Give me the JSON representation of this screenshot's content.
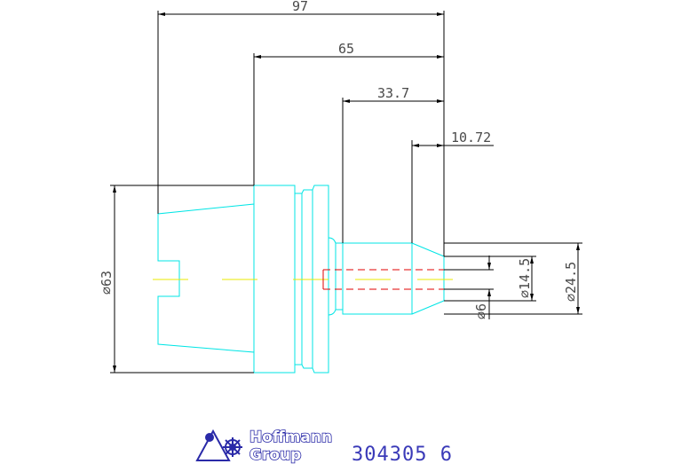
{
  "drawing": {
    "dimensions": {
      "overall_length": "97",
      "body_length": "65",
      "shank_length": "33.7",
      "tip_length": "10.72",
      "flange_diameter": "⌀63",
      "bore_diameter": "⌀6",
      "collar_diameter": "⌀14.5",
      "shank_diameter": "⌀24.5"
    },
    "colors": {
      "outline": "#00e5e5",
      "dimension": "#000000",
      "centerline": "#e8e800",
      "hidden": "#e00000",
      "logo": "#2a2aa8"
    }
  },
  "title_block": {
    "logo_line1": "Hoffmann",
    "logo_line2": "Group",
    "part_number": "304305 6"
  }
}
